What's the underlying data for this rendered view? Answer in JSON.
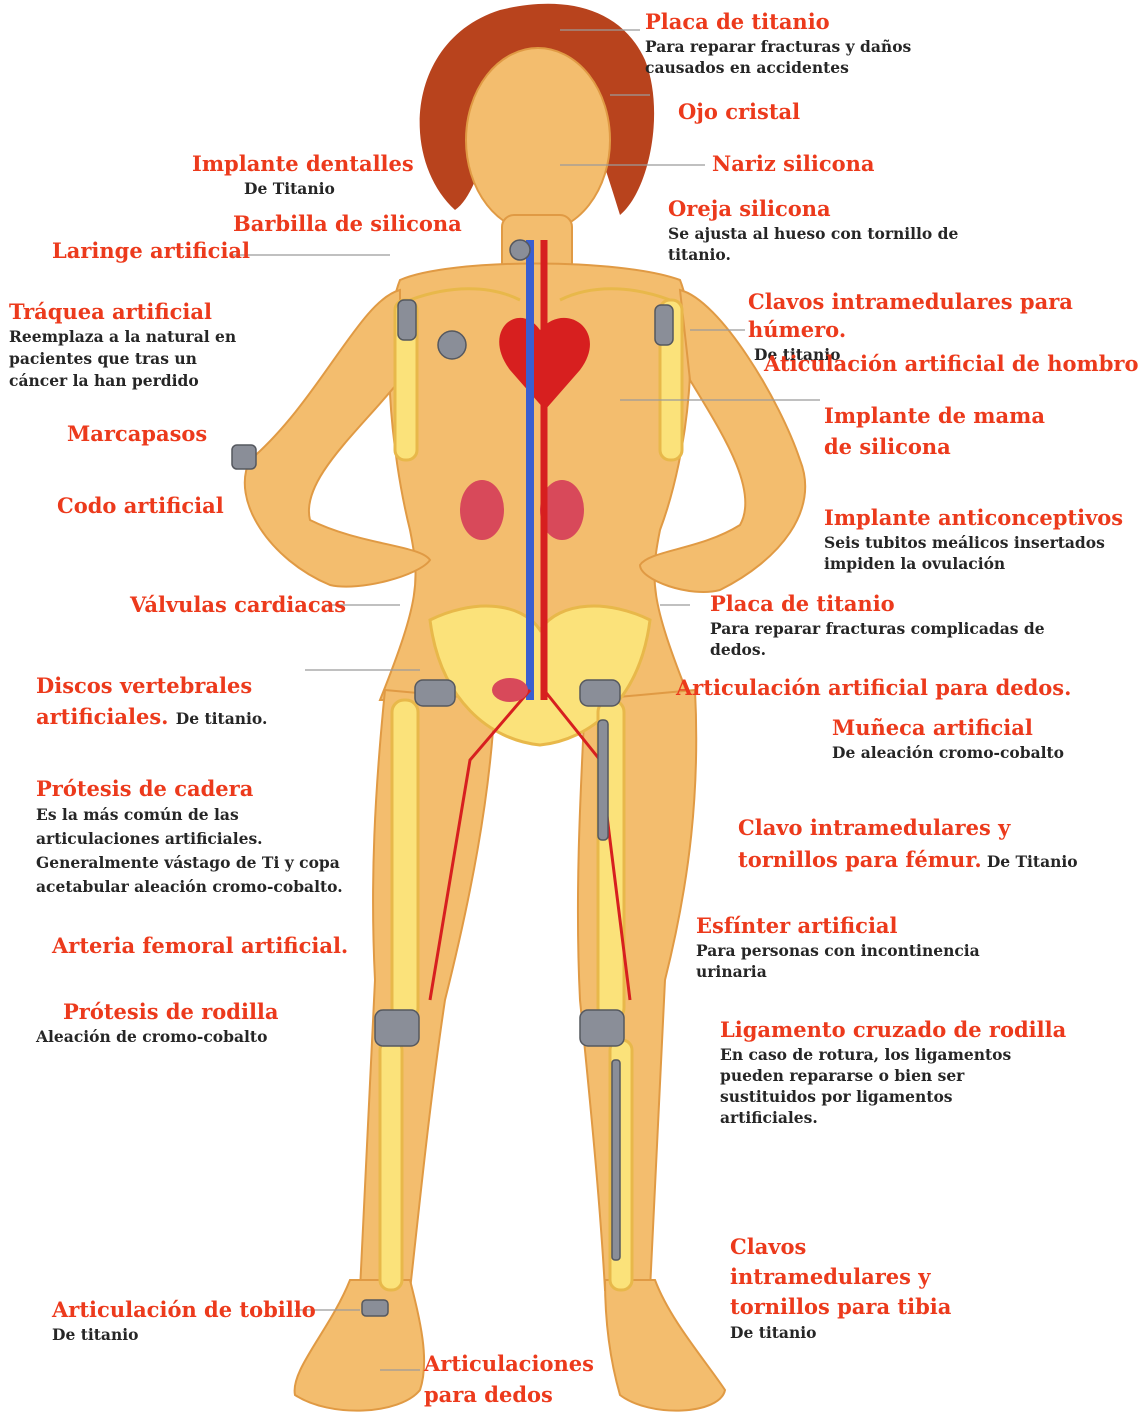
{
  "labels": {
    "placa_cabeza": {
      "title": "Placa de titanio",
      "desc": "Para reparar fracturas y daños causados en accidentes"
    },
    "ojo": {
      "title": "Ojo cristal"
    },
    "nariz": {
      "title": "Nariz silicona"
    },
    "oreja": {
      "title": "Oreja silicona",
      "desc": "Se ajusta al hueso con tornillo de titanio."
    },
    "clavos_humero": {
      "title": "Clavos intramedulares para húmero.",
      "desc": "De titanio"
    },
    "hombro": {
      "title": "Aticulación artificial de hombro"
    },
    "mama": {
      "title": "Implante de mama de silicona"
    },
    "anticonceptivos": {
      "title": "Implante anticonceptivos",
      "desc": "Seis tubitos meálicos insertados impiden la ovulación"
    },
    "placa_dedos": {
      "title": "Placa de titanio",
      "desc": "Para reparar fracturas complicadas de dedos."
    },
    "art_dedos": {
      "title": "Articulación artificial para dedos."
    },
    "muneca": {
      "title": "Muñeca artificial",
      "desc": "De aleación cromo-cobalto"
    },
    "clavo_femur": {
      "title": "Clavo intramedulares y tornillos para fémur.",
      "desc": "De Titanio"
    },
    "esfinter": {
      "title": "Esfínter artificial",
      "desc": "Para personas con incontinencia urinaria"
    },
    "ligamento": {
      "title": "Ligamento cruzado de rodilla",
      "desc": "En caso de rotura, los ligamentos pueden repararse o bien ser sustituidos por ligamentos artificiales."
    },
    "tibia": {
      "title": "Clavos intramedulares y tornillos para tibia",
      "desc": "De titanio"
    },
    "dentales": {
      "title": "Implante dentalles",
      "desc": "De Titanio"
    },
    "barbilla": {
      "title": "Barbilla de silicona"
    },
    "laringe": {
      "title": "Laringe artificial"
    },
    "traquea": {
      "title": "Tráquea artificial",
      "desc": "Reemplaza a la natural en pacientes que tras un cáncer la han perdido"
    },
    "marcapasos": {
      "title": "Marcapasos"
    },
    "codo": {
      "title": "Codo artificial"
    },
    "valvulas": {
      "title": "Válvulas cardiacas"
    },
    "discos": {
      "title": "Discos vertebrales artificiales.",
      "desc": "De titanio."
    },
    "cadera": {
      "title": "Prótesis de cadera",
      "desc": "Es la más común de las articulaciones artificiales. Generalmente vástago de Ti y copa acetabular aleación cromo-cobalto."
    },
    "arteria": {
      "title": "Arteria femoral artificial."
    },
    "rodilla": {
      "title": "Prótesis de rodilla",
      "desc": "Aleación de cromo-cobalto"
    },
    "tobillo": {
      "title": "Articulación de tobillo",
      "desc": "De titanio"
    },
    "dedos_pie": {
      "title": "Articulaciones para dedos"
    }
  },
  "colors": {
    "label_title": "#ec3a1c",
    "label_desc": "#262626",
    "skin": "#f3bd6e",
    "bone": "#fbe27a",
    "artery": "#d71f1f",
    "vein": "#3a5fd0",
    "hair": "#b8431d"
  }
}
